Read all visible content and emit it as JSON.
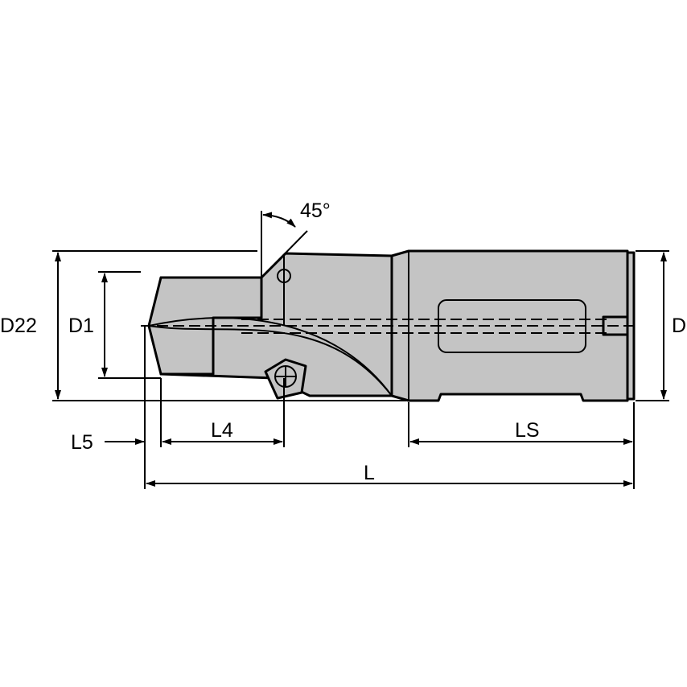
{
  "title": "Indexable drill dimension drawing",
  "labels": {
    "angle": "45°",
    "d22": "D22",
    "d1": "D1",
    "d": "D",
    "l5": "L5",
    "l4": "L4",
    "ls": "LS",
    "l": "L"
  },
  "colors": {
    "body_fill": "#c4c4c4",
    "line": "#000000"
  }
}
